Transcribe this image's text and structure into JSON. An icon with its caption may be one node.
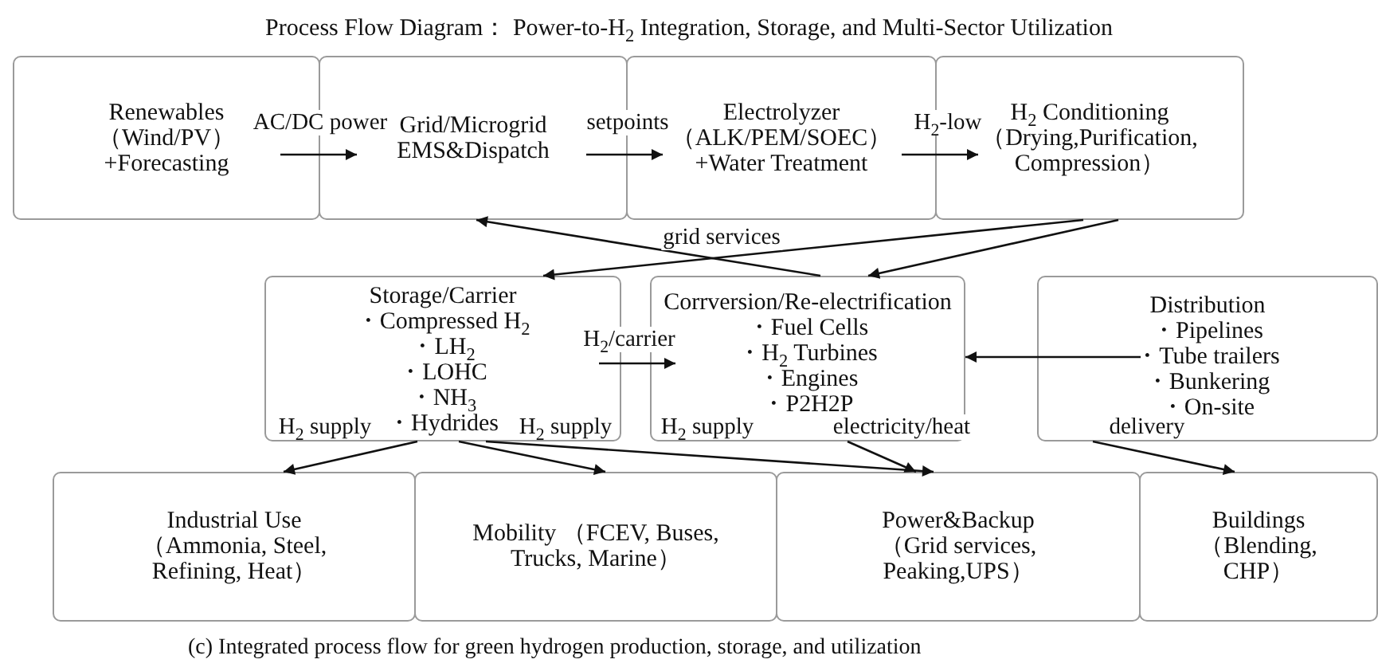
{
  "diagram": {
    "title": "Process Flow Diagram： Power-to-H$_{2}$ Integration, Storage, and Multi-Sector Utilization",
    "caption": "(c) Integrated process flow for green hydrogen production, storage, and utilization",
    "nodes": [
      {
        "text": [
          "Renewables （Wind/PV） +Forecasting"
        ]
      },
      {
        "text": [
          "Grid/Microgrid EMS&Dispatch"
        ]
      },
      {
        "text": [
          "Electrolyzer （ALK/PEM/SOEC） +Water Treatment"
        ]
      },
      {
        "text": [
          "H$_{2}$ Conditioning （Drying,Purification, Compression）"
        ]
      },
      {
        "text": [
          "Storage/Carrier",
          "・Compressed H$_{2}$",
          "・LH$_{2}$",
          "・LOHC",
          "・NH$_{3}$",
          "・Hydrides"
        ]
      },
      {
        "text": [
          "Corrversion/Re-electrification",
          "・Fuel Cells",
          "・H$_{2}$ Turbines",
          "・Engines",
          "・P2H2P"
        ]
      },
      {
        "text": [
          "Distribution",
          "・Pipelines",
          "・Tube trailers",
          "・Bunkering",
          "・On-site"
        ]
      },
      {
        "text": [
          "Industrial Use （Ammonia, Steel, Refining, Heat）"
        ]
      },
      {
        "text": [
          "Mobility （FCEV, Buses, Trucks, Marine）"
        ]
      },
      {
        "text": [
          "Power&Backup （Grid services, Peaking,UPS）"
        ]
      },
      {
        "text": [
          "Buildings （Blending, CHP）"
        ]
      }
    ],
    "edges": [
      {
        "from": 0,
        "to": 1,
        "arrow": "to",
        "label": "AC/DC power"
      },
      {
        "from": 1,
        "to": 2,
        "arrow": "to",
        "label": "setpoints"
      },
      {
        "from": 2,
        "to": 3,
        "arrow": "to",
        "label": "H$_{2}$-low"
      },
      {
        "from": 5,
        "to": 1,
        "arrow": "to",
        "label": "grid services"
      },
      {
        "from": 3,
        "to": 4,
        "arrow": "to"
      },
      {
        "from": 3,
        "to": 5,
        "arrow": "to"
      },
      {
        "from": 4,
        "to": 5,
        "arrow": "to",
        "label": "H$_{2}$/carrier"
      },
      {
        "from": 6,
        "to": 5,
        "arrow": "to"
      },
      {
        "from": 4,
        "to": 7,
        "arrow": "to",
        "label": "H$_{2}$ supply"
      },
      {
        "from": 4,
        "to": 8,
        "arrow": "to",
        "label": "H$_{2}$ supply"
      },
      {
        "from": 4,
        "to": 9,
        "arrow": "to",
        "label": "H$_{2}$ supply"
      },
      {
        "from": 5,
        "to": 9,
        "arrow": "to",
        "label": "electricity/heat"
      },
      {
        "from": 6,
        "to": 10,
        "arrow": "to",
        "label": "delivery"
      }
    ]
  }
}
